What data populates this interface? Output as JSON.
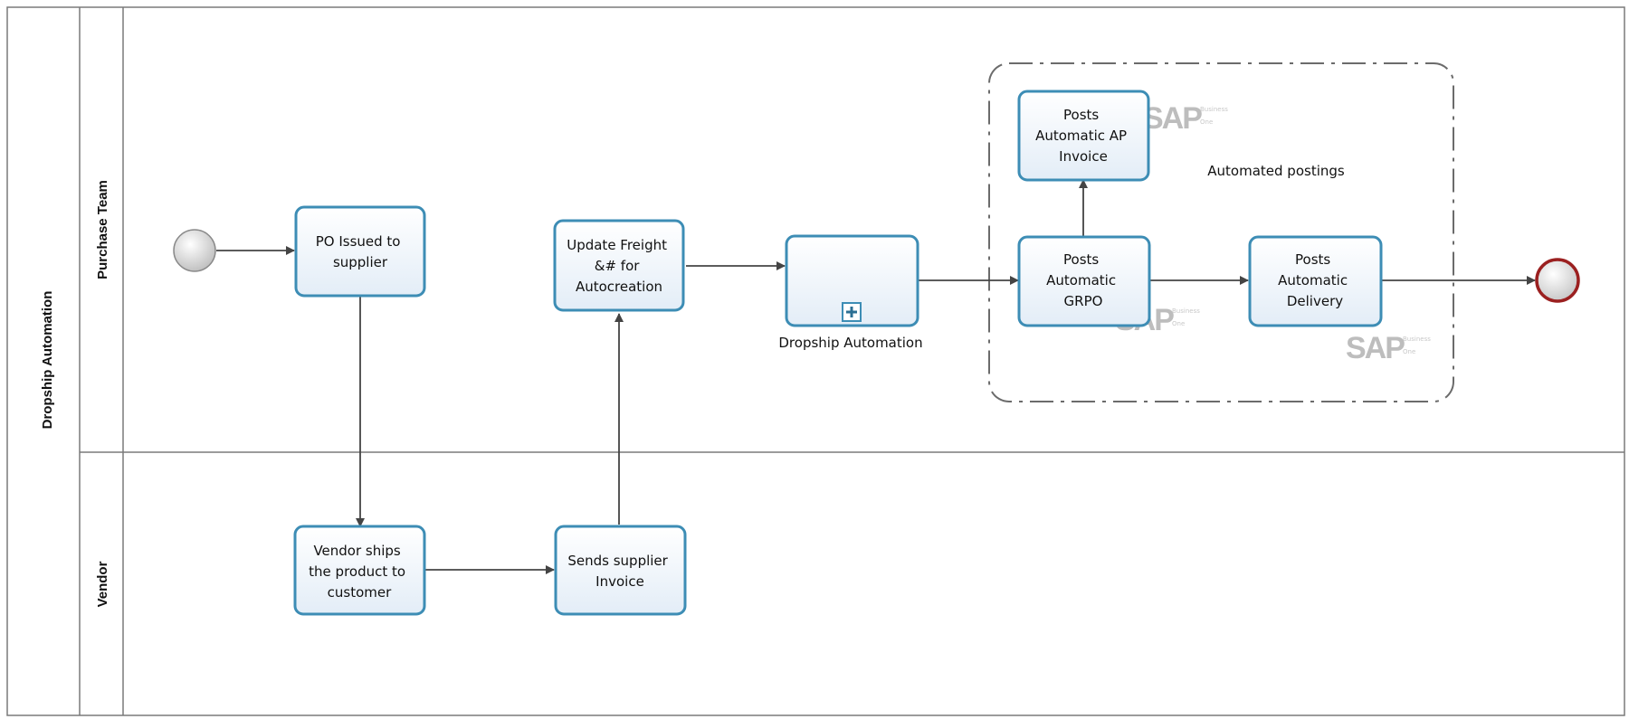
{
  "pool": {
    "label": "Dropship Automation",
    "lanes": [
      {
        "id": "purchase",
        "label": "Purchase Team"
      },
      {
        "id": "vendor",
        "label": "Vendor"
      }
    ]
  },
  "tasks": {
    "po_issued": {
      "lines": [
        "PO Issued to",
        "supplier"
      ]
    },
    "update_freight": {
      "lines": [
        "Update Freight",
        "&# for",
        "Autocreation"
      ]
    },
    "dropship_sub": {
      "caption": "Dropship Automation"
    },
    "ap_invoice": {
      "lines": [
        "Posts",
        "Automatic AP",
        "Invoice"
      ]
    },
    "grpo": {
      "lines": [
        "Posts",
        "Automatic",
        "GRPO"
      ]
    },
    "delivery": {
      "lines": [
        "Posts",
        "Automatic",
        "Delivery"
      ]
    },
    "vendor_ships": {
      "lines": [
        "Vendor ships",
        "the product to",
        "customer"
      ]
    },
    "supplier_invoice": {
      "lines": [
        "Sends supplier",
        "Invoice"
      ]
    }
  },
  "group": {
    "label": "Automated postings"
  },
  "sap_logo": {
    "text": "SAP",
    "sub": [
      "Business",
      "One"
    ]
  },
  "colors": {
    "task_stroke": "#3d8db5",
    "task_fill_top": "#ffffff",
    "task_fill_bottom": "#e3edf7",
    "end_event": "#9b2020",
    "start_event": "#c8c8c8",
    "line": "#444444"
  }
}
